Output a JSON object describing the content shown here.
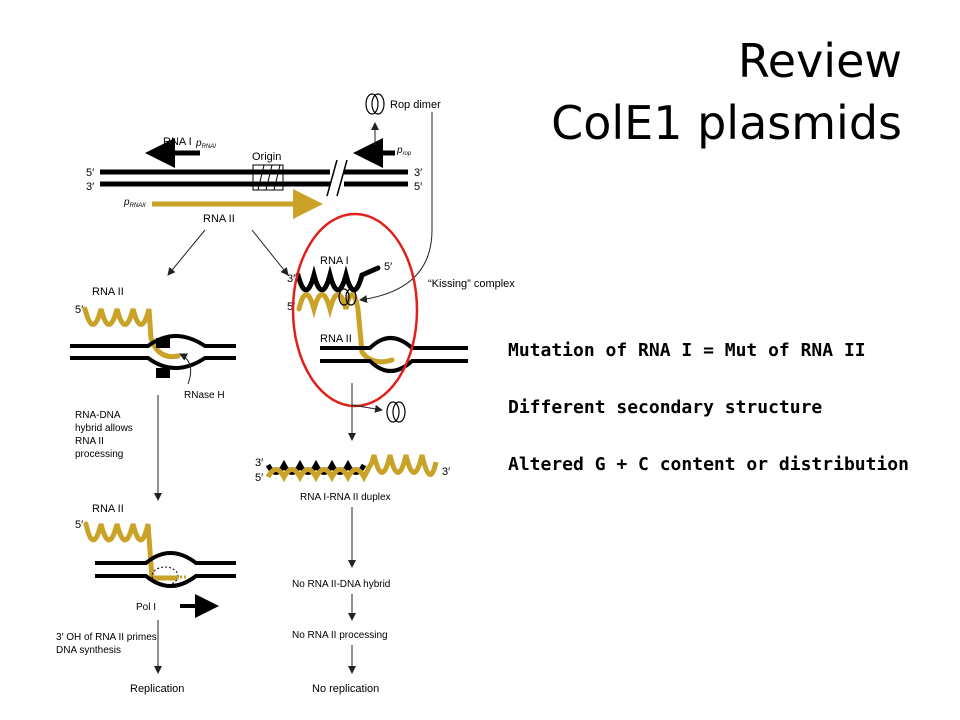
{
  "slide": {
    "title_line1": "Review",
    "title_line2": "ColE1 plasmids",
    "points": [
      "Mutation of RNA I = Mut of RNA II",
      "Different secondary structure",
      "Altered G + C content or distribution"
    ]
  },
  "diagram": {
    "top": {
      "rna1": "RNA I",
      "p_rna1": "p",
      "p_rna1_sub": "RNAI",
      "origin": "Origin",
      "rop_dimer": "Rop dimer",
      "p_rop": "p",
      "p_rop_sub": "rop",
      "five_prime": "5′",
      "three_prime": "3′",
      "p_rna2": "p",
      "p_rna2_sub": "RNAII",
      "rna2": "RNA II"
    },
    "left": {
      "rna2_a": "RNA II",
      "five_a": "5′",
      "rnase_h": "RNase H",
      "hybrid_text": [
        "RNA-DNA",
        "hybrid allows",
        "RNA II",
        "processing"
      ],
      "rna2_b": "RNA II",
      "five_b": "5′",
      "pol1": "Pol I",
      "primes_text": [
        "3′ OH of RNA II primes",
        "DNA synthesis"
      ],
      "replication": "Replication"
    },
    "right": {
      "rna1": "RNA I",
      "three": "3′",
      "five_rna1": "5′",
      "five_rna2": "5′",
      "rna2": "RNA II",
      "kissing": "“Kissing” complex",
      "dup_3a": "3′",
      "dup_5a": "5′",
      "dup_3b": "3′",
      "duplex": "RNA I-RNA II duplex",
      "no_hybrid": "No RNA II-DNA hybrid",
      "no_processing": "No RNA II processing",
      "no_replication": "No replication"
    }
  },
  "colors": {
    "rna_gold": "#c9a227",
    "dna_black": "#000000",
    "highlight_circle": "#e0201a"
  }
}
